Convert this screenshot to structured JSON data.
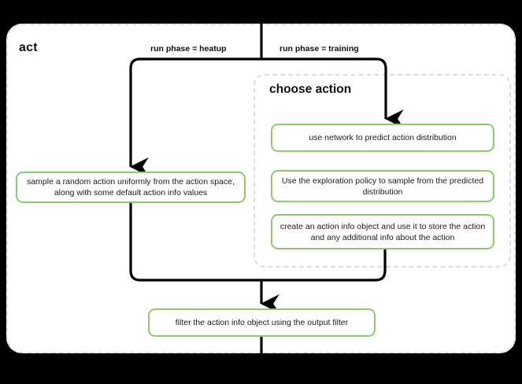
{
  "diagram": {
    "title": "act",
    "type": "flowchart",
    "groups": [
      {
        "id": "act",
        "label": "act",
        "style": "dashed-rounded-container"
      },
      {
        "id": "choose-action",
        "label": "choose action",
        "style": "dashed-rounded-container"
      }
    ],
    "edge_labels": {
      "heatup": "run phase = heatup",
      "training": "run phase = training"
    },
    "nodes": {
      "sample_random": "sample a random action uniformly from the action space, along with some default action info values",
      "use_network": "use network to predict action distribution",
      "exploration_policy": "Use the exploration policy to sample from the predicted distribution",
      "create_action_info": "create an action info object and use it to store the action and any additional info about the action",
      "filter_output": "filter the action info object using the output filter"
    },
    "colors": {
      "node_border": "#8ccc6a",
      "node_fill": "#ffffff",
      "container_border": "#e2e2e2",
      "canvas": "#000000",
      "connector": "#000000",
      "text": "#1a1a1a"
    }
  }
}
